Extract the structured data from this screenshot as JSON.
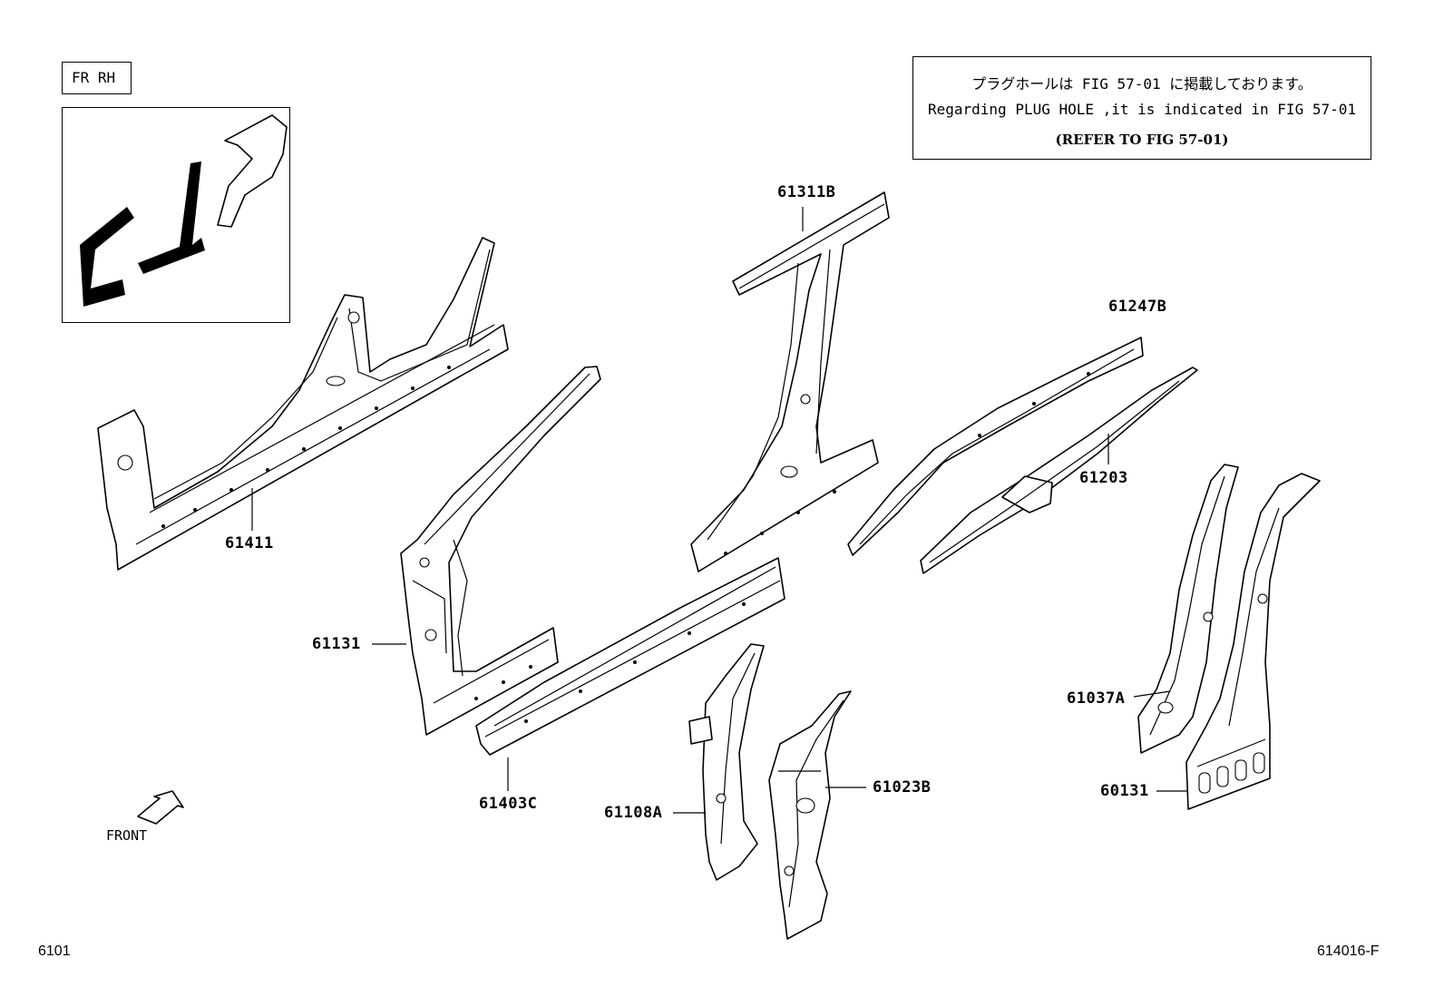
{
  "tag": {
    "text": "FR RH"
  },
  "note": {
    "line1": "プラグホールは FIG 57-01 に掲載しております。",
    "line2": "Regarding PLUG HOLE ,it is indicated in FIG 57-01",
    "line3": "(REFER TO FIG 57-01)"
  },
  "parts": [
    {
      "id": "61311B"
    },
    {
      "id": "61247B"
    },
    {
      "id": "61203"
    },
    {
      "id": "61411"
    },
    {
      "id": "61131"
    },
    {
      "id": "61037A"
    },
    {
      "id": "61403C"
    },
    {
      "id": "61023B"
    },
    {
      "id": "61108A"
    },
    {
      "id": "60131"
    }
  ],
  "front": {
    "label": "FRONT"
  },
  "footer": {
    "left": "6101",
    "right": "614016-F"
  }
}
